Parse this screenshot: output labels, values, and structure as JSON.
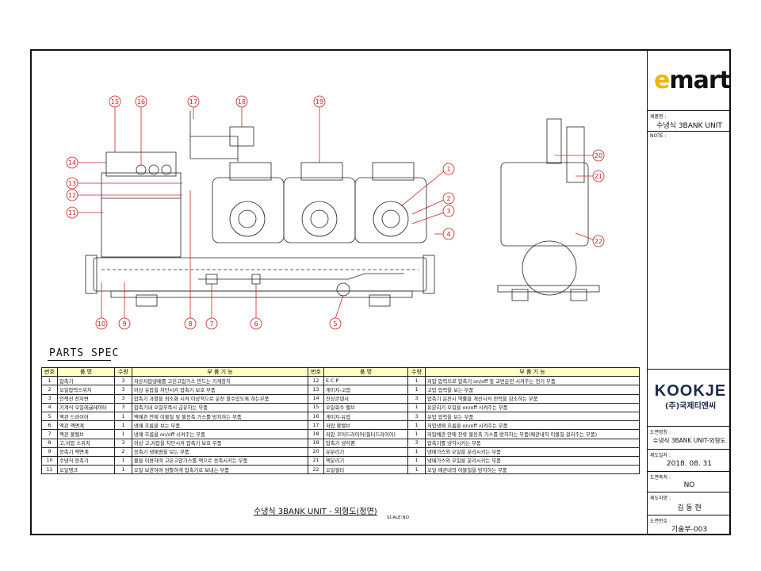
{
  "title_block": {
    "brand": "emart",
    "product_label": "제품명 :",
    "product": "수냉식 3BANK UNIT",
    "note_label": "NOTE :",
    "company_en": "KOOKJE",
    "company_ko": "(주)국제티엔씨",
    "drawing_name_label": "도면명칭 :",
    "drawing_name": "수냉식 3BANK UNIT-외형도",
    "date_label": "제도일자 :",
    "date": "2018. 08. 31",
    "scale_label": "도면축척 :",
    "scale": "NO",
    "drafter_label": "제도자명 :",
    "drafter": "김 동 현",
    "number_label": "도면번호 :",
    "number": "기술부-003"
  },
  "drawing": {
    "title": "수냉식 3BANK UNIT - 외형도(정면)",
    "scale": "SCALE:NO",
    "front_callouts": [
      "1",
      "2",
      "3",
      "4",
      "5",
      "6",
      "7",
      "8",
      "9",
      "10",
      "11",
      "12",
      "13",
      "14",
      "15",
      "16",
      "17",
      "18",
      "19"
    ],
    "side_callouts": [
      "20",
      "21",
      "22"
    ]
  },
  "parts_spec": {
    "title": "PARTS SPEC",
    "headers": [
      "번호",
      "품 명",
      "수량",
      "부 품 기 능"
    ],
    "left": [
      [
        "1",
        "압축기",
        "3",
        "저온저압냉매를 고온고압가스 만드는 기계장치"
      ],
      [
        "2",
        "오일압력스위치",
        "3",
        "이상 유압을 차단시켜 압축기 보호 부품"
      ],
      [
        "3",
        "인젝션 전자변",
        "3",
        "압축기 과열을 최소화 시켜 이상적으로 운전 할수있도록 하는부품"
      ],
      [
        "4",
        "기계식 오일레귤레이터",
        "3",
        "압축기내 오일부족시 급유하는 부품"
      ],
      [
        "5",
        "액관 드라이어",
        "1",
        "액배관 안에 이물질 및 불응축 가스를 방지하는 부품"
      ],
      [
        "6",
        "액관 액면계",
        "1",
        "냉매 흐름을 보는 부품"
      ],
      [
        "7",
        "액관 볼밸브",
        "1",
        "냉매 흐름을 on/off 시켜주는 부품"
      ],
      [
        "8",
        "고,저압 스위치",
        "3",
        "이상 고,저압을 차단시켜 압축기 보호 부품"
      ],
      [
        "9",
        "응축기 액면계",
        "2",
        "응축기 냉매량을 보는 부품"
      ],
      [
        "10",
        "수냉식 응축기",
        "1",
        "물을 이용하여 고온고압가스를 액으로 응축시키는 부품"
      ],
      [
        "11",
        "오일탱크",
        "1",
        "오일 보관하여 원활하게 압축기로 보내는 부품"
      ]
    ],
    "right": [
      [
        "12",
        "E.C.P",
        "1",
        "저압 압력으로 압축기 on/off 및 교번운전 시켜주는 전기 부품"
      ],
      [
        "13",
        "게이지-고압",
        "1",
        "고압 압력을 보는 부품"
      ],
      [
        "14",
        "진상콘덴서",
        "3",
        "압축기 운전시 역률을 개선시켜 전력을 감소하는 부품"
      ],
      [
        "15",
        "오일회수 밸브",
        "1",
        "유분리기 오일을 on/off 시켜주는 부품"
      ],
      [
        "16",
        "게이지-유압",
        "3",
        "유압 압력을 보는 부품"
      ],
      [
        "17",
        "저압 볼밸브",
        "1",
        "저압냉매 흐름을 on/off 시켜주는 부품"
      ],
      [
        "18",
        "저압 코어드라이어(필터드라이어)",
        "1",
        "저압배관 안에 잔류 불응축 가스를 방지하는 부품(배관내의 이물질 걸러주는 부품)"
      ],
      [
        "19",
        "압축기 냉각팬",
        "3",
        "압축기를 냉각시키는 부품"
      ],
      [
        "20",
        "유분리기",
        "1",
        "냉매가스와 오일을 분리시키는 부품"
      ],
      [
        "21",
        "액분리기",
        "1",
        "냉매가스와 오일을 분리시키는 부품"
      ],
      [
        "22",
        "오일필터",
        "1",
        "오일 배관내의 이물질을 방지하는 부품"
      ]
    ]
  },
  "colors": {
    "callout": "#d02020",
    "header_fill": "#ffffc4",
    "brand_yellow": "#f2b400"
  }
}
